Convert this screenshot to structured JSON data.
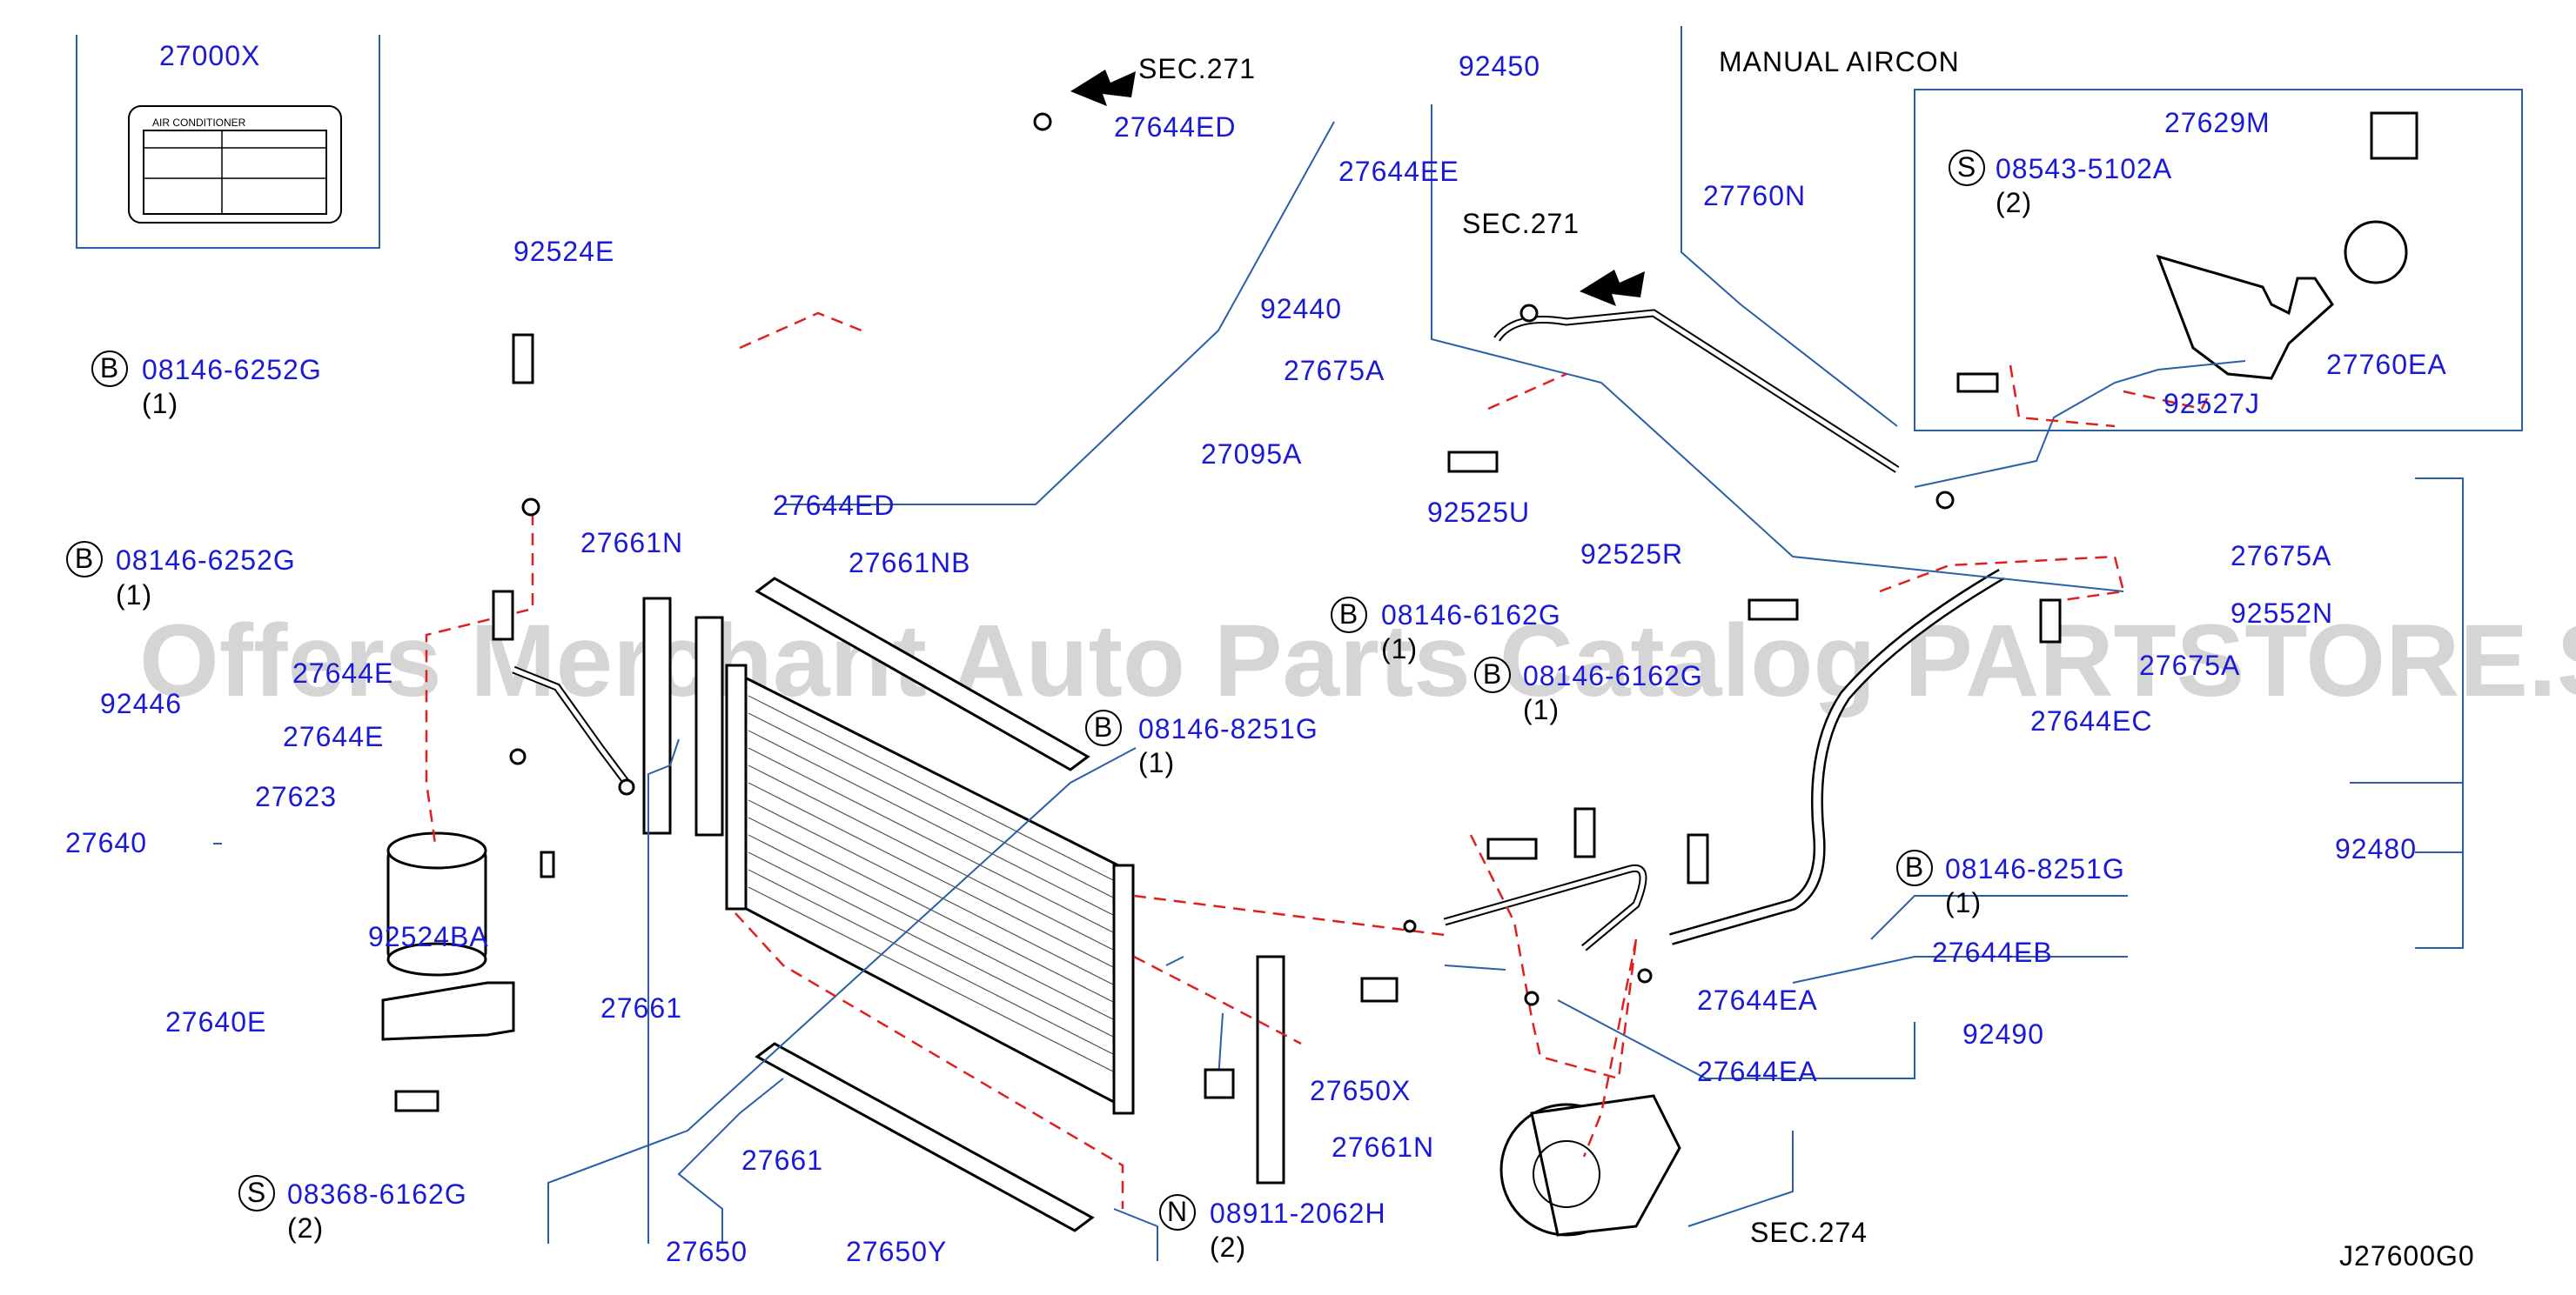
{
  "diagram": {
    "header": {
      "manual_aircon": "MANUAL  AIRCON",
      "label_card_title": "AIR   CONDITIONER"
    },
    "part_numbers": [
      "27000X",
      "27644ED",
      "92524E",
      "92440",
      "27644ED",
      "92450",
      "27644EE",
      "27760N",
      "27629M",
      "27675A",
      "27095A",
      "92525U",
      "27760EA",
      "92527J",
      "92525R",
      "27675A",
      "92552N",
      "27644EC",
      "27661N",
      "27661NB",
      "92446",
      "27644E",
      "27644E",
      "27640",
      "27623",
      "92524BA",
      "27640E",
      "27661",
      "27661",
      "27650",
      "27650Y",
      "27650X",
      "27661N",
      "92480",
      "27644EB",
      "27644EA",
      "92490",
      "27644EA",
      "27675A"
    ],
    "bolt_callouts": [
      {
        "code": "B",
        "part": "08146-6252G",
        "qty": "(1)"
      },
      {
        "code": "B",
        "part": "08146-6252G",
        "qty": "(1)"
      },
      {
        "code": "S",
        "part": "08543-5102A",
        "qty": "(2)"
      },
      {
        "code": "B",
        "part": "08146-6162G",
        "qty": "(1)"
      },
      {
        "code": "B",
        "part": "08146-6162G",
        "qty": "(1)"
      },
      {
        "code": "B",
        "part": "08146-8251G",
        "qty": "(1)"
      },
      {
        "code": "B",
        "part": "08146-8251G",
        "qty": "(1)"
      },
      {
        "code": "S",
        "part": "08368-6162G",
        "qty": "(2)"
      },
      {
        "code": "N",
        "part": "08911-2062H",
        "qty": "(2)"
      }
    ],
    "section_refs": [
      "SEC.271",
      "SEC.271",
      "SEC.274"
    ],
    "drawing_id": "J27600G0",
    "watermark": "Offers Merchant Auto Parts Catalog PARTSTORE.SA"
  }
}
